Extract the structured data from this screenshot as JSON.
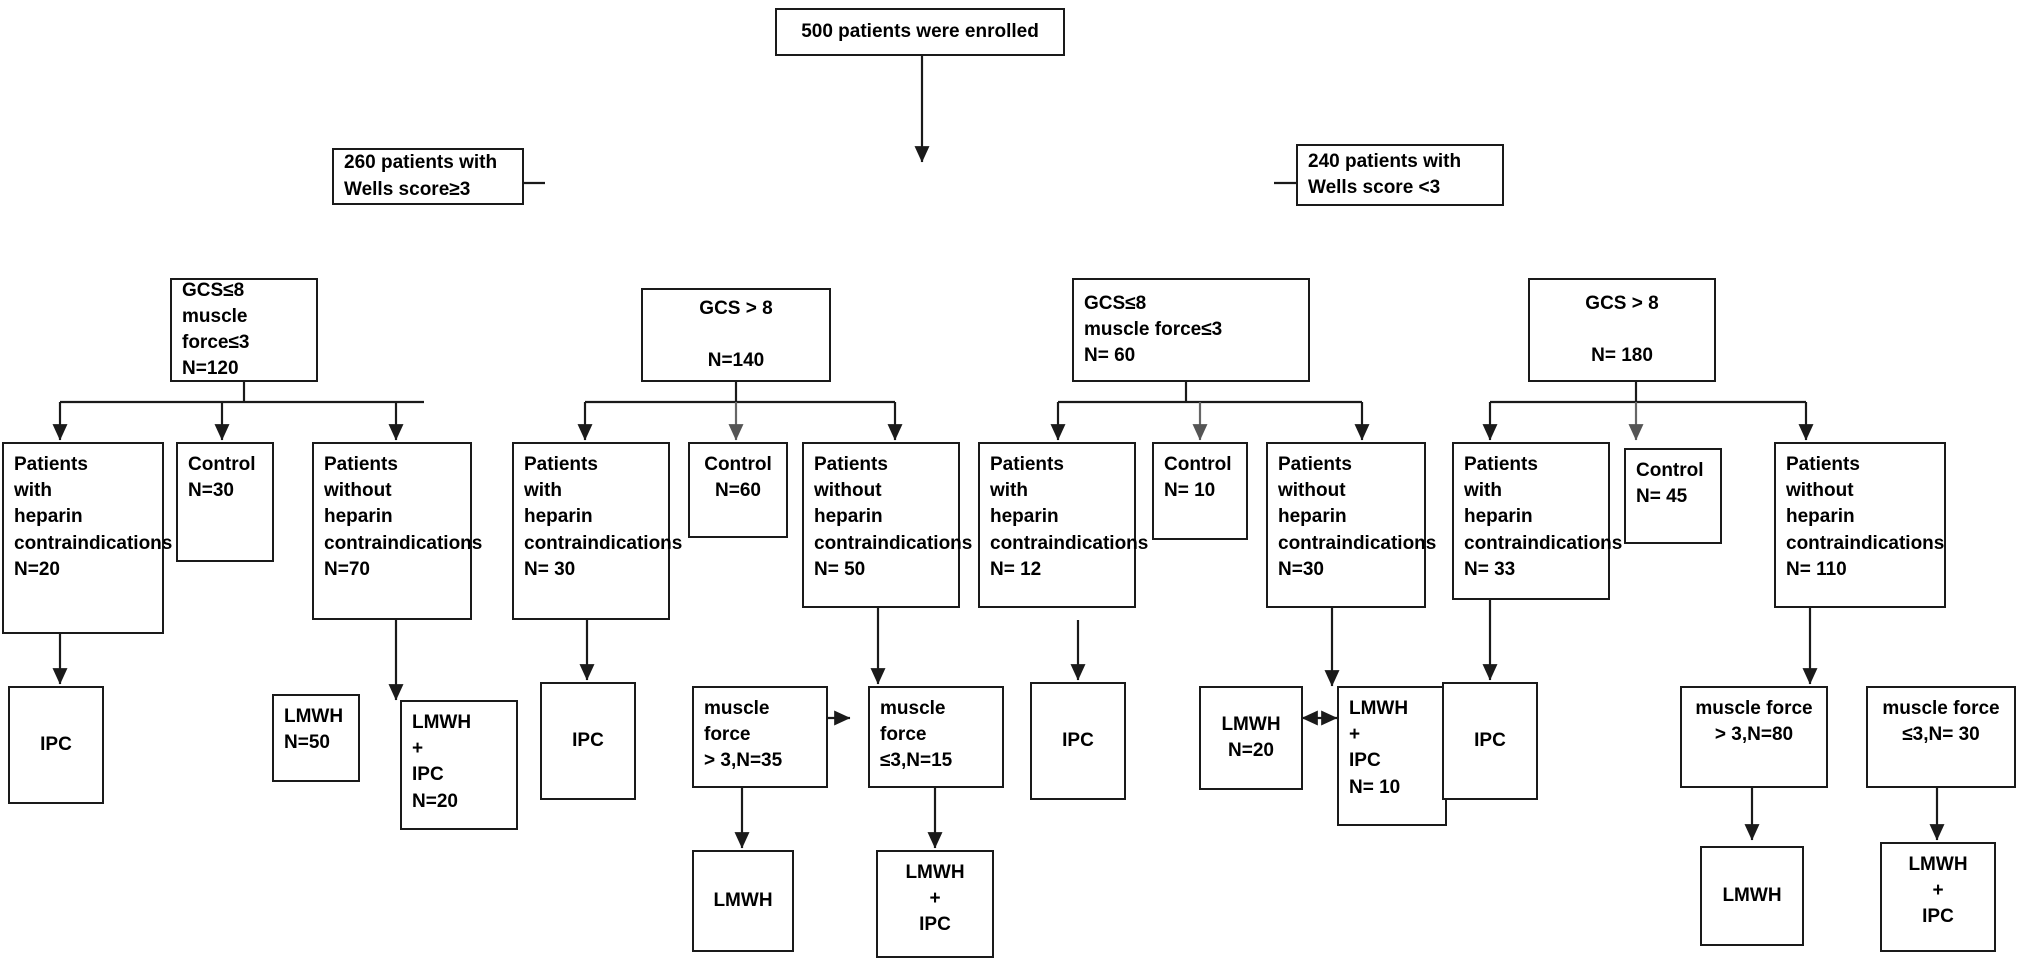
{
  "diagram": {
    "title": "Patient enrollment and VTE prophylaxis allocation flowchart",
    "line_color": "#1a1a1a",
    "box_fill": "#ffffff",
    "text_color": "#000000"
  },
  "nodes": {
    "enrolled": {
      "text": "500 patients were  enrolled"
    },
    "wells_high": {
      "text": "260 patients with\nWells score≥3"
    },
    "wells_low": {
      "text": "240 patients with\nWells score <3"
    },
    "g1_gcs": {
      "text": "GCS≤8\nmuscle force≤3\nN=120"
    },
    "g2_gcs": {
      "text": "GCS > 8\n\nN=140"
    },
    "g3_gcs": {
      "text": "GCS≤8\nmuscle force≤3\nN= 60"
    },
    "g4_gcs": {
      "text": "GCS > 8\n\nN= 180"
    },
    "g1_with": {
      "text": "Patients\nwith\nheparin\ncontraindications\nN=20"
    },
    "g1_control": {
      "text": "Control\nN=30"
    },
    "g1_without": {
      "text": "Patients\nwithout\nheparin\ncontraindications\nN=70"
    },
    "g1_ipc": {
      "text": "IPC"
    },
    "g1_lmwh": {
      "text": "LMWH\nN=50"
    },
    "g1_lmwh_ipc": {
      "text": "LMWH\n+\nIPC\nN=20"
    },
    "g2_with": {
      "text": "Patients\nwith\nheparin\ncontraindications\nN= 30"
    },
    "g2_control": {
      "text": "Control\nN=60"
    },
    "g2_without": {
      "text": "Patients\nwithout\nheparin\ncontraindications\nN= 50"
    },
    "g2_ipc": {
      "text": "IPC"
    },
    "g2_mf_gt3": {
      "text": "muscle force\n> 3,N=35"
    },
    "g2_mf_le3": {
      "text": "muscle force\n≤3,N=15"
    },
    "g2_lmwh": {
      "text": "LMWH"
    },
    "g2_lmwh_ipc": {
      "text": "LMWH\n+\nIPC"
    },
    "g3_with": {
      "text": "Patients\nwith\nheparin\ncontraindications\nN= 12"
    },
    "g3_control": {
      "text": "Control\nN= 10"
    },
    "g3_without": {
      "text": "Patients\nwithout\nheparin\ncontraindications\n N=30"
    },
    "g3_ipc": {
      "text": "IPC"
    },
    "g3_lmwh": {
      "text": "LMWH\nN=20"
    },
    "g3_lmwh_ipc": {
      "text": "LMWH\n+\nIPC\nN= 10"
    },
    "g4_with": {
      "text": "Patients\nwith\nheparin\ncontraindications\nN= 33"
    },
    "g4_control": {
      "text": "Control\nN= 45"
    },
    "g4_without": {
      "text": "Patients\nwithout\nheparin\ncontraindications\nN= 110"
    },
    "g4_ipc": {
      "text": "IPC"
    },
    "g4_mf_gt3": {
      "text": "muscle force\n> 3,N=80"
    },
    "g4_mf_le3": {
      "text": "muscle force\n≤3,N= 30"
    },
    "g4_lmwh": {
      "text": "LMWH"
    },
    "g4_lmwh_ipc": {
      "text": "LMWH\n+\nIPC"
    }
  },
  "flow_data": {
    "type": "flowchart",
    "total_enrolled": 500,
    "branches": [
      {
        "wells": "Wells score≥3",
        "n": 260,
        "subgroups": [
          {
            "gcs": "GCS≤8, muscle force≤3",
            "n": 120,
            "arms": [
              {
                "label": "Patients with heparin contraindications",
                "n": 20,
                "treatment": "IPC"
              },
              {
                "label": "Control",
                "n": 30,
                "treatment": null
              },
              {
                "label": "Patients without heparin contraindications",
                "n": 70,
                "treatments": [
                  {
                    "name": "LMWH",
                    "n": 50
                  },
                  {
                    "name": "LMWH + IPC",
                    "n": 20
                  }
                ]
              }
            ]
          },
          {
            "gcs": "GCS > 8",
            "n": 140,
            "arms": [
              {
                "label": "Patients with heparin contraindications",
                "n": 30,
                "treatment": "IPC"
              },
              {
                "label": "Control",
                "n": 60,
                "treatment": null
              },
              {
                "label": "Patients without heparin contraindications",
                "n": 50,
                "split": [
                  {
                    "name": "muscle force > 3",
                    "n": 35,
                    "treatment": "LMWH"
                  },
                  {
                    "name": "muscle force ≤3",
                    "n": 15,
                    "treatment": "LMWH + IPC"
                  }
                ]
              }
            ]
          }
        ]
      },
      {
        "wells": "Wells score <3",
        "n": 240,
        "subgroups": [
          {
            "gcs": "GCS≤8, muscle force≤3",
            "n": 60,
            "arms": [
              {
                "label": "Patients with heparin contraindications",
                "n": 12,
                "treatment": "IPC"
              },
              {
                "label": "Control",
                "n": 10,
                "treatment": null
              },
              {
                "label": "Patients without heparin contraindications",
                "n": 30,
                "treatments": [
                  {
                    "name": "LMWH",
                    "n": 20
                  },
                  {
                    "name": "LMWH + IPC",
                    "n": 10
                  }
                ]
              }
            ]
          },
          {
            "gcs": "GCS > 8",
            "n": 180,
            "arms": [
              {
                "label": "Patients with heparin contraindications",
                "n": 33,
                "treatment": "IPC"
              },
              {
                "label": "Control",
                "n": 45,
                "treatment": null
              },
              {
                "label": "Patients without heparin contraindications",
                "n": 110,
                "split": [
                  {
                    "name": "muscle force > 3",
                    "n": 80,
                    "treatment": "LMWH"
                  },
                  {
                    "name": "muscle force ≤3",
                    "n": 30,
                    "treatment": "LMWH + IPC"
                  }
                ]
              }
            ]
          }
        ]
      }
    ]
  }
}
